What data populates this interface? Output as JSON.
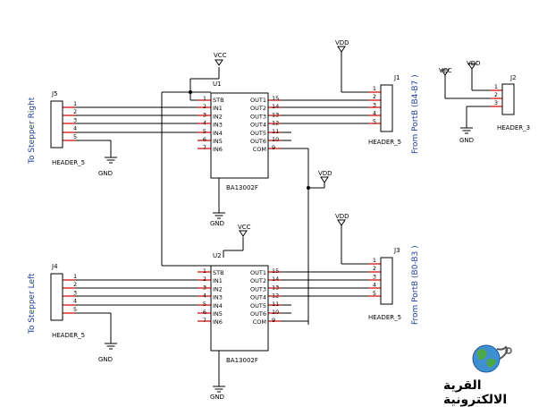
{
  "vcc": "VCC",
  "vdd": "VDD",
  "gnd": "GND",
  "u1": {
    "ref": "U1",
    "part": "BA13002F"
  },
  "u2": {
    "ref": "U2",
    "part": "BA13002F"
  },
  "chip_left_pins": [
    "STB",
    "IN1",
    "IN2",
    "IN3",
    "IN4",
    "IN5",
    "IN6"
  ],
  "chip_left_nums": [
    "1",
    "2",
    "3",
    "4",
    "5",
    "6",
    "7"
  ],
  "chip_right_pins": [
    "OUT1",
    "OUT2",
    "OUT3",
    "OUT4",
    "OUT5",
    "OUT6",
    "COM"
  ],
  "chip_right_nums": [
    "15",
    "14",
    "13",
    "12",
    "11",
    "10",
    "9"
  ],
  "j5": {
    "ref": "J5",
    "name": "HEADER_5"
  },
  "j4": {
    "ref": "J4",
    "name": "HEADER_5"
  },
  "j1": {
    "ref": "J1",
    "name": "HEADER_5"
  },
  "j3": {
    "ref": "J3",
    "name": "HEADER_5"
  },
  "j2": {
    "ref": "J2",
    "name": "HEADER_3"
  },
  "header_pins5": [
    "1",
    "2",
    "3",
    "4",
    "5"
  ],
  "header_pins3": [
    "1",
    "2",
    "3"
  ],
  "side_labels": {
    "stepper_right": "To Stepper Right",
    "stepper_left": "To Stepper Left",
    "portb_high": "From PortB (B4-B7 )",
    "portb_low": "From PortB (B0-B3 )"
  },
  "logo": {
    "text": "القرية الالكترونية",
    "globe_icon": "globe-icon"
  }
}
